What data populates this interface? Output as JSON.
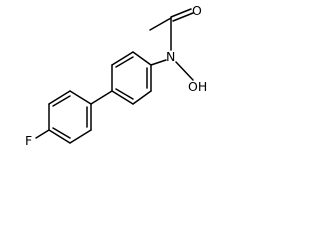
{
  "molecule": {
    "atoms": {
      "oxygen_carbonyl": "O",
      "nitrogen": "N",
      "hydroxyl": "OH",
      "fluorine": "F"
    }
  },
  "colors": {
    "background": "#ffffff",
    "bonds": "#000000",
    "labels": "#000000"
  }
}
